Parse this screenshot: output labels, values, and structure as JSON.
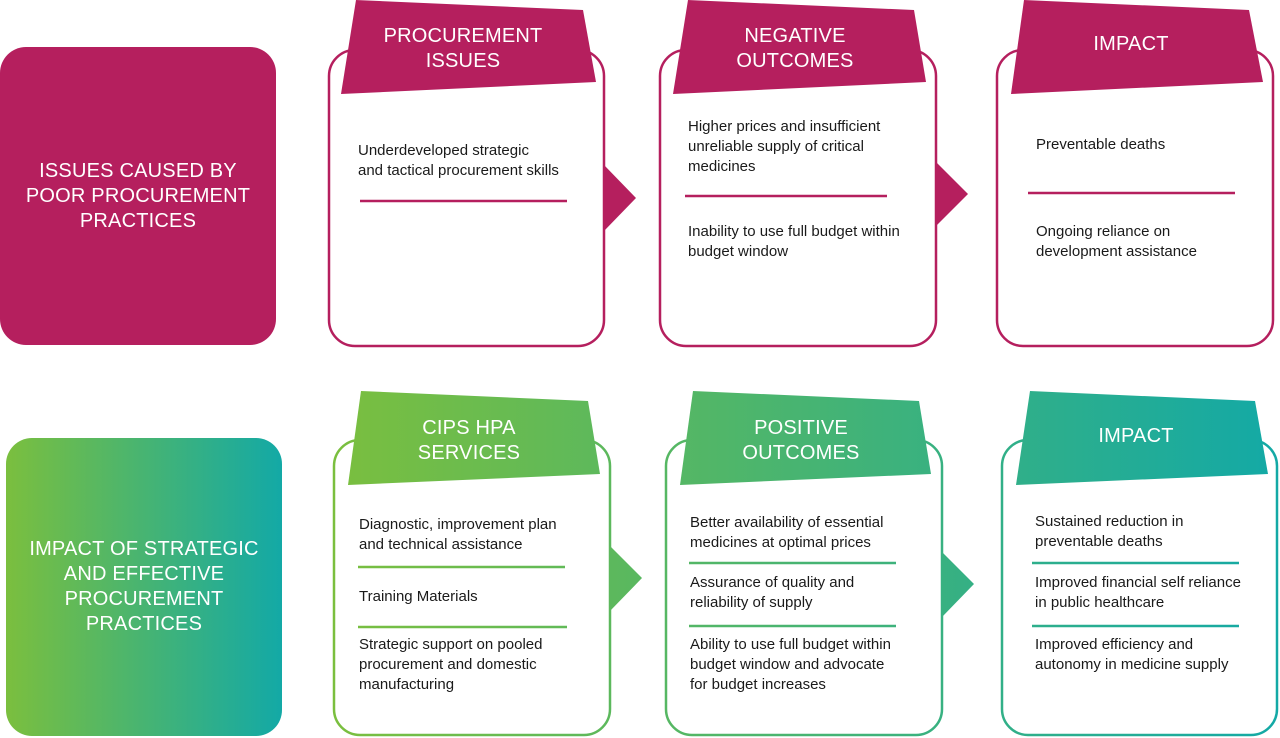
{
  "colors": {
    "top_accent": "#B51F5E",
    "bottom_gradient_start": "#7BBF3E",
    "bottom_gradient_end": "#13A9A6",
    "text": "#1a1a1a"
  },
  "top_row": {
    "label_lines": [
      "ISSUES CAUSED BY",
      "POOR PROCUREMENT",
      "PRACTICES"
    ],
    "cards": [
      {
        "title_lines": [
          "PROCUREMENT",
          "ISSUES"
        ],
        "items": [
          {
            "lines": [
              "Underdeveloped strategic",
              "and tactical procurement skills"
            ]
          }
        ]
      },
      {
        "title_lines": [
          "NEGATIVE",
          "OUTCOMES"
        ],
        "items": [
          {
            "lines": [
              "Higher prices and insufficient",
              "unreliable supply of critical",
              "medicines"
            ]
          },
          {
            "lines": [
              "Inability to use full budget within",
              "budget window"
            ]
          }
        ]
      },
      {
        "title_lines": [
          "IMPACT"
        ],
        "items": [
          {
            "lines": [
              "Preventable deaths"
            ]
          },
          {
            "lines": [
              "Ongoing reliance on",
              "development assistance"
            ]
          }
        ]
      }
    ]
  },
  "bottom_row": {
    "label_lines": [
      "IMPACT OF STRATEGIC",
      "AND EFFECTIVE",
      "PROCUREMENT PRACTICES"
    ],
    "cards": [
      {
        "title_lines": [
          "CIPS HPA",
          "SERVICES"
        ],
        "items": [
          {
            "lines": [
              "Diagnostic, improvement plan",
              "and technical assistance"
            ]
          },
          {
            "lines": [
              "Training Materials"
            ]
          },
          {
            "lines": [
              "Strategic support on pooled",
              "procurement and domestic",
              "manufacturing"
            ]
          }
        ]
      },
      {
        "title_lines": [
          "POSITIVE",
          "OUTCOMES"
        ],
        "items": [
          {
            "lines": [
              "Better availability of essential",
              "medicines at optimal prices"
            ]
          },
          {
            "lines": [
              "Assurance of quality and",
              "reliability of supply"
            ]
          },
          {
            "lines": [
              "Ability to use full budget within",
              "budget window and advocate",
              "for budget increases"
            ]
          }
        ]
      },
      {
        "title_lines": [
          "IMPACT"
        ],
        "items": [
          {
            "lines": [
              "Sustained reduction in",
              "preventable deaths"
            ]
          },
          {
            "lines": [
              "Improved financial self reliance",
              "in public healthcare"
            ]
          },
          {
            "lines": [
              "Improved efficiency and",
              "autonomy in medicine supply"
            ]
          }
        ]
      }
    ]
  }
}
